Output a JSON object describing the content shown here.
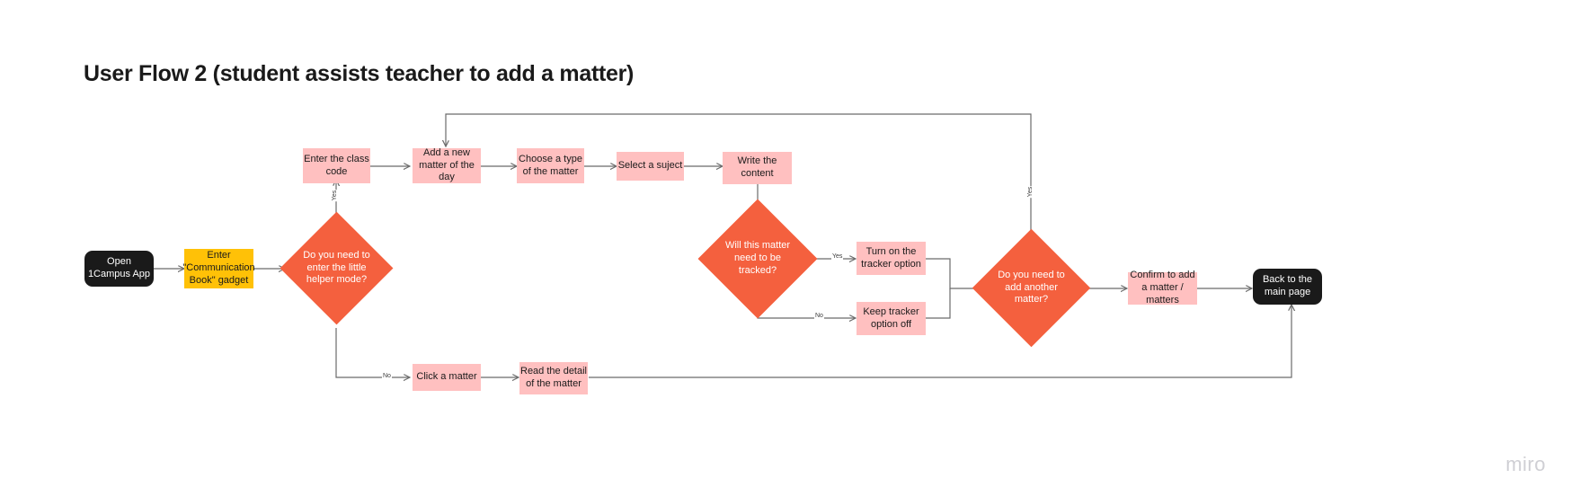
{
  "title": "User Flow 2  (student assists teacher to add a matter)",
  "watermark": "miro",
  "colors": {
    "process": "#ffc0c0",
    "decision": "#f4603e",
    "terminal": "#1a1a1a",
    "accent": "#ffc107",
    "edge": "#6b6b6b",
    "background": "#ffffff"
  },
  "nodes": {
    "open_app": {
      "label": "Open 1Campus App",
      "type": "terminal"
    },
    "enter_gadget": {
      "label": "Enter \"Communication Book\" gadget",
      "type": "accent"
    },
    "helper_mode": {
      "label": "Do you need to enter the little helper mode?",
      "type": "decision"
    },
    "enter_class_code": {
      "label": "Enter the class code",
      "type": "process"
    },
    "add_new_matter": {
      "label": "Add a new matter of the day",
      "type": "process"
    },
    "choose_type": {
      "label": "Choose a type of the matter",
      "type": "process"
    },
    "select_subject": {
      "label": "Select a suject",
      "type": "process"
    },
    "write_content": {
      "label": "Write the content",
      "type": "process"
    },
    "tracked": {
      "label": "Will this matter need to be tracked?",
      "type": "decision"
    },
    "tracker_on": {
      "label": "Turn on the tracker option",
      "type": "process"
    },
    "tracker_off": {
      "label": "Keep tracker option off",
      "type": "process"
    },
    "add_another": {
      "label": "Do you need to add another matter?",
      "type": "decision"
    },
    "confirm_add": {
      "label": "Confirm to add a matter / matters",
      "type": "process"
    },
    "back_main": {
      "label": "Back to the main page",
      "type": "terminal"
    },
    "click_matter": {
      "label": "Click a matter",
      "type": "process"
    },
    "read_detail": {
      "label": "Read the detail of the matter",
      "type": "process"
    }
  },
  "edge_labels": {
    "helper_yes": "Yes",
    "helper_no": "No",
    "tracked_yes": "Yes",
    "tracked_no": "No",
    "another_yes": "Yes"
  }
}
